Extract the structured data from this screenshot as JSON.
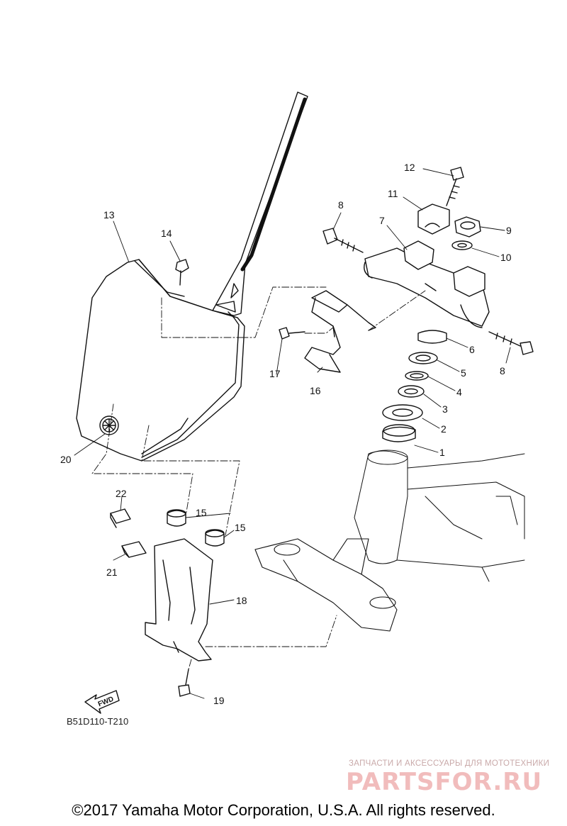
{
  "callouts": {
    "c1": "1",
    "c2": "2",
    "c3": "3",
    "c4": "4",
    "c5": "5",
    "c6": "6",
    "c7": "7",
    "c8a": "8",
    "c8b": "8",
    "c9": "9",
    "c10": "10",
    "c11": "11",
    "c12": "12",
    "c13": "13",
    "c14": "14",
    "c15a": "15",
    "c15b": "15",
    "c16": "16",
    "c17": "17",
    "c18": "18",
    "c19": "19",
    "c20": "20",
    "c21": "21",
    "c22": "22"
  },
  "fwd_label": "FWD",
  "drawing_id": "B51D110-T210",
  "watermark": {
    "subtitle": "ЗАПЧАСТИ И АКСЕССУАРЫ ДЛЯ МОТОТЕХНИКИ",
    "brand": "PARTSFOR.RU"
  },
  "copyright": "©2017 Yamaha Motor Corporation, U.S.A. All rights reserved."
}
